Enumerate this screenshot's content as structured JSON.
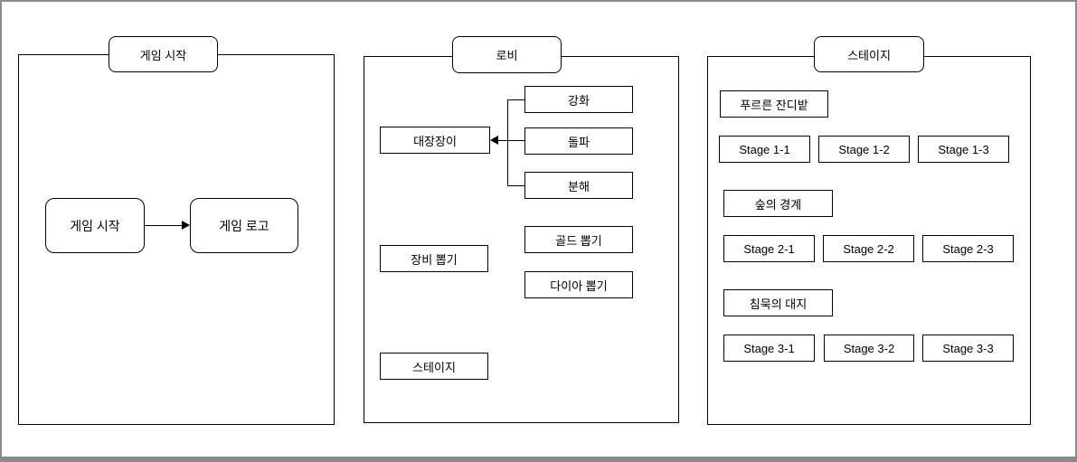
{
  "colors": {
    "stroke": "#000000",
    "fill": "#ffffff",
    "frame_border": "#8a8a8a",
    "background": "#ffffff"
  },
  "diagram": {
    "panels": [
      {
        "title": "게임 시작",
        "nodes": [
          {
            "label": "게임 시작"
          },
          {
            "label": "게임 로고"
          }
        ],
        "edges": [
          {
            "from": "게임 시작",
            "to": "게임 로고",
            "arrow": "right"
          }
        ]
      },
      {
        "title": "로비",
        "nodes": [
          {
            "label": "대장장이"
          },
          {
            "label": "강화"
          },
          {
            "label": "돌파"
          },
          {
            "label": "분해"
          },
          {
            "label": "장비 뽑기"
          },
          {
            "label": "골드 뽑기"
          },
          {
            "label": "다이아 뽑기"
          },
          {
            "label": "스테이지"
          }
        ],
        "edges": [
          {
            "from": "강화",
            "to": "대장장이",
            "arrow": "left"
          },
          {
            "from": "돌파",
            "to": "대장장이",
            "arrow": "left"
          },
          {
            "from": "분해",
            "to": "대장장이",
            "arrow": "left"
          }
        ]
      },
      {
        "title": "스테이지",
        "groups": [
          {
            "label": "푸르른 잔디밭",
            "stages": [
              "Stage 1-1",
              "Stage 1-2",
              "Stage 1-3"
            ]
          },
          {
            "label": "숲의 경계",
            "stages": [
              "Stage 2-1",
              "Stage 2-2",
              "Stage 2-3"
            ]
          },
          {
            "label": "침묵의 대지",
            "stages": [
              "Stage 3-1",
              "Stage 3-2",
              "Stage 3-3"
            ]
          }
        ]
      }
    ]
  }
}
